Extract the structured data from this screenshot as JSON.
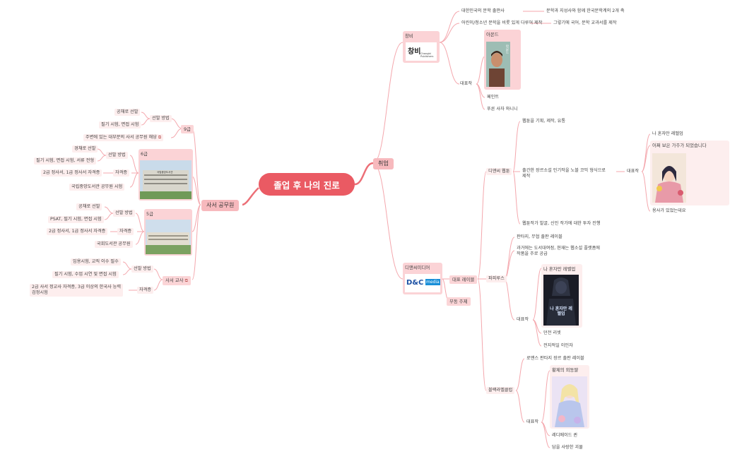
{
  "root": "졸업 후 나의 진로",
  "branches": {
    "job": "취업",
    "librarian": "사서 공무원"
  },
  "changbi": {
    "label": "창비",
    "logo_text": "창비",
    "logo_sub": "Changbi Publishers",
    "fact1": "대한민국의 문학 출판사",
    "fact1_child": "문학과 지성사와 함께 한국문학계의 2개 축",
    "fact2": "어린이/청소년 문학을 비롯 있게 다루어 제작",
    "fact2_child": "그렇기에 국어, 문학 교과서를 제작",
    "rep": "대표작",
    "rep_card": "아몬드",
    "rep_cover_text": "아몬드",
    "rep2": "페인트",
    "rep3": "푸른 사자 와니니"
  },
  "dnc": {
    "label": "디앤씨미디어",
    "logo_dc": "D&C",
    "logo_media": "media",
    "label_branch": "대표 레이블",
    "sub_branch": "부동 주제",
    "webtoon": {
      "label": "디앤씨 웹툰",
      "f1": "웹툰을 기획, 제작, 유통",
      "f2_line1": "출간한 장르소설 인기작을 노블 코믹 형식으로",
      "f2_line2": "제작",
      "f3": "웹툰작가 발굴, 신인 작가에 대한 투자 진행",
      "rep": "대표작",
      "r1": "나 혼자만 레벨업",
      "r2": "어쩌 보은 가주가 되었습니다",
      "r3": "용사가 있었는데요"
    },
    "papyrus": {
      "label": "파피루스",
      "f1": "판타지, 무협 출판 레이블",
      "f2_line1": "과거에는 도서대여점, 현재는 웹소설 플랫폼에",
      "f2_line2": "작품을 주로 공급",
      "rep": "대표작",
      "rep_card": "나 혼자만 레벨업",
      "rep_cover_text": "나 혼자만 레벨업",
      "r2": "던전 리셋",
      "r3": "전지적일 이인자"
    },
    "blacklabel": {
      "label": "블랙라벨클럽",
      "f1": "로맨스 판타지 장르 출판 레이블",
      "rep": "대표작",
      "rep_card": "황제의 외동딸",
      "r2": "레디메이드 퀸",
      "r3": "담을 사랑한 괴물"
    }
  },
  "grade9": {
    "label": "9급",
    "method": "선발 방법",
    "m1": "공채로 선발",
    "m2": "필기 시험, 면접 시험",
    "note": "주변에 있는 대부분의 사서 공무원 해당"
  },
  "grade6": {
    "label": "6급",
    "building_sign": "국립중앙도서관",
    "method": "선발 방법",
    "m1": "경채로 선발",
    "m2": "필기 시험, 면접 시험, 서류 전형",
    "qual": "자격증",
    "q1": "2급 정사서, 1급 정사서 자격증",
    "place": "국립중앙도서관 공무원 시험"
  },
  "grade5": {
    "label": "5급",
    "method": "선발 방법",
    "m1": "공채로 선발",
    "m2": "PSAT, 필기 시험, 면접 시험",
    "qual": "자격증",
    "q1": "2급 정사서, 1급 정사서 자격증",
    "place": "국회도서관 공무원"
  },
  "teacher": {
    "label": "사서 교사",
    "method": "선발 방법",
    "m1": "임용시험, 교직 이수 필수",
    "m2": "필기 시험, 수업 시연 및 면접 시험",
    "qual": "자격증",
    "q1_line1": "2급 사서 정교사 자격증, 3급 이상의 한국사 능력",
    "q1_line2": "검정시험"
  },
  "colors": {
    "root": "#ea5a63",
    "main_edge": "#ec6f77",
    "edge": "#f4a7ad",
    "node": "#fdeeee",
    "card": "#fbd3d6"
  }
}
